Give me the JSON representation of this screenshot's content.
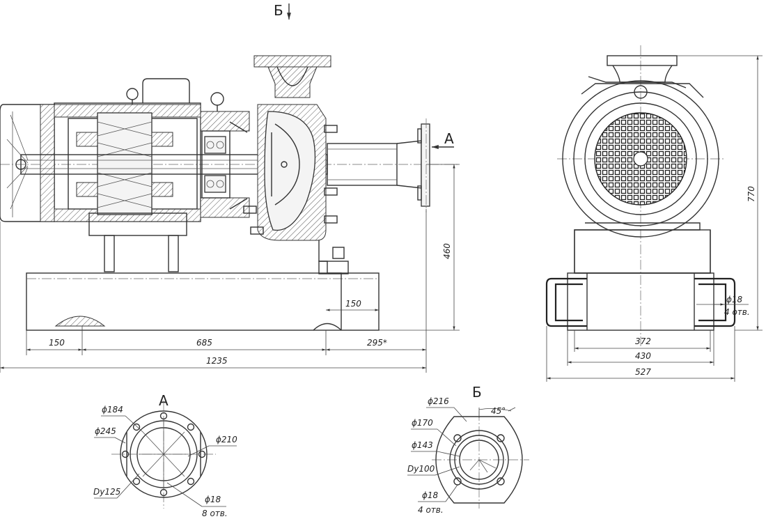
{
  "view_labels": {
    "b_arrow": "Б",
    "a_arrow": "А",
    "section_a": "А",
    "section_b": "Б"
  },
  "front_view": {
    "dims": {
      "d150a": "150",
      "d685": "685",
      "d295": "295*",
      "d1235": "1235",
      "d460": "460",
      "d150b": "150"
    }
  },
  "side_view": {
    "dims": {
      "d770": "770",
      "d372": "372",
      "d430": "430",
      "d527": "527",
      "d18": "ϕ18",
      "holes": "4 отв."
    }
  },
  "section_a": {
    "labels": {
      "d184": "ϕ184",
      "d245": "ϕ245",
      "d210": "ϕ210",
      "dy": "Dy125",
      "d18": "ϕ18",
      "holes": "8 отв."
    }
  },
  "section_b": {
    "labels": {
      "d216": "ϕ216",
      "d170": "ϕ170",
      "d143": "ϕ143",
      "dy": "Dy100",
      "d18": "ϕ18",
      "holes": "4 отв.",
      "angle": "45°"
    }
  }
}
